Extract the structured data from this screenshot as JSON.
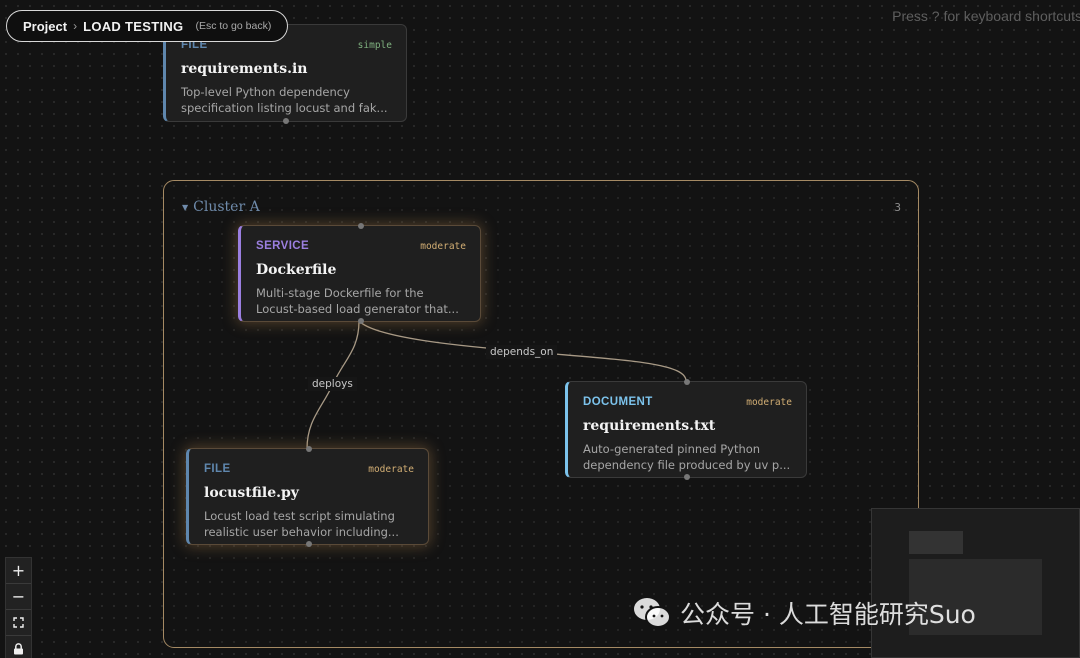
{
  "breadcrumb": {
    "root": "Project",
    "separator": "›",
    "current": "LOAD TESTING",
    "hint": "(Esc to go back)"
  },
  "keyboard_hint": "Press ? for keyboard shortcuts",
  "cluster": {
    "title": "Cluster A",
    "count": "3"
  },
  "nodes": {
    "requirements_in": {
      "kind": "FILE",
      "complexity": "simple",
      "title": "requirements.in",
      "description": "Top-level Python dependency specification listing locust and fak..."
    },
    "dockerfile": {
      "kind": "SERVICE",
      "complexity": "moderate",
      "title": "Dockerfile",
      "description": "Multi-stage Dockerfile for the Locust-based load generator that..."
    },
    "requirements_txt": {
      "kind": "DOCUMENT",
      "complexity": "moderate",
      "title": "requirements.txt",
      "description": "Auto-generated pinned Python dependency file produced by uv p..."
    },
    "locustfile": {
      "kind": "FILE",
      "complexity": "moderate",
      "title": "locustfile.py",
      "description": "Locust load test script simulating realistic user behavior including..."
    }
  },
  "edges": {
    "deploys": "deploys",
    "depends_on": "depends_on"
  },
  "colors": {
    "file_accent": "#5f87ae",
    "service_accent": "#9b7fe0",
    "document_accent": "#7cc3ec",
    "simple_text": "#7fb17f",
    "moderate_text": "#d2ae74",
    "cluster_border": "#a58a64",
    "edge_line": "#a89a86"
  },
  "controls": {
    "zoom_in": "+",
    "zoom_out": "−"
  },
  "watermark": {
    "text": "公众号 · 人工智能研究Suo"
  }
}
